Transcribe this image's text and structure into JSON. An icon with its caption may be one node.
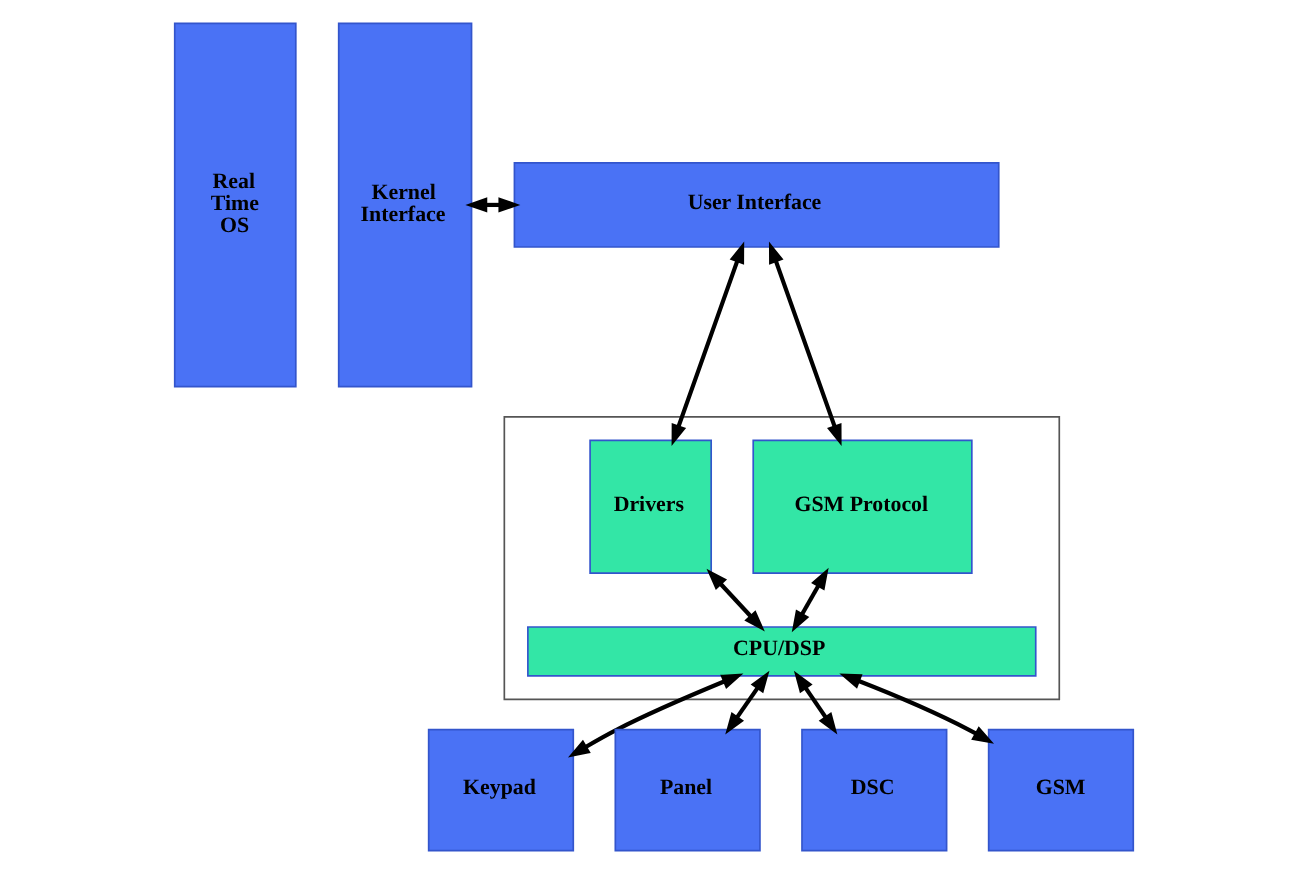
{
  "diagram": {
    "nodes": [
      {
        "text": [
          "Real Time OS"
        ]
      },
      {
        "text": [
          "Kernel Interface"
        ]
      },
      {
        "text": [
          "User Interface"
        ]
      },
      {
        "text": [],
        "shape": "box"
      },
      {
        "text": [
          "GSM Protocol"
        ],
        "in": 3
      },
      {
        "text": [
          "Drivers"
        ],
        "in": 3
      },
      {
        "text": [
          "CPU/DSP"
        ],
        "in": 3
      },
      {
        "text": [
          "Keypad"
        ]
      },
      {
        "text": [
          "Panel"
        ]
      },
      {
        "text": [
          "DSC"
        ]
      },
      {
        "text": [
          "GSM"
        ]
      }
    ],
    "edges": [
      {
        "from": 1,
        "to": 2,
        "arrow": "both"
      },
      {
        "from": 2,
        "to": 4,
        "arrow": "both"
      },
      {
        "from": 2,
        "to": 5,
        "arrow": "both"
      },
      {
        "from": 4,
        "to": 6,
        "arrow": "both"
      },
      {
        "from": 5,
        "to": 6,
        "arrow": "both"
      },
      {
        "from": 6,
        "to": 7,
        "arrow": "both"
      },
      {
        "from": 6,
        "to": 8,
        "arrow": "both"
      },
      {
        "from": 6,
        "to": 9,
        "arrow": "both"
      },
      {
        "from": 6,
        "to": 10,
        "arrow": "both"
      }
    ]
  }
}
